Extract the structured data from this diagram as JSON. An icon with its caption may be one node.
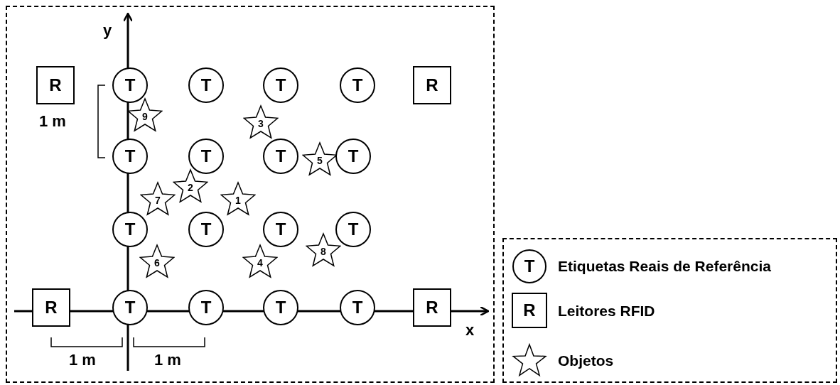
{
  "diagram": {
    "nodes": [
      {
        "text": [
          "R"
        ]
      },
      {
        "text": [
          "T"
        ]
      },
      {
        "text": [
          "T"
        ]
      },
      {
        "text": [
          "T"
        ]
      },
      {
        "text": [
          "T"
        ]
      },
      {
        "text": [
          "R"
        ]
      },
      {
        "text": [
          "9"
        ]
      },
      {
        "text": [
          "3"
        ]
      },
      {
        "text": [
          "T"
        ]
      },
      {
        "text": [
          "T"
        ]
      },
      {
        "text": [
          "T"
        ]
      },
      {
        "text": [
          "5"
        ]
      },
      {
        "text": [
          "T"
        ]
      },
      {
        "text": [
          "2"
        ]
      },
      {
        "text": [
          "7"
        ]
      },
      {
        "text": [
          "1"
        ]
      },
      {
        "text": [
          "T"
        ]
      },
      {
        "text": [
          "T"
        ]
      },
      {
        "text": [
          "T"
        ]
      },
      {
        "text": [
          "8"
        ]
      },
      {
        "text": [
          "T"
        ]
      },
      {
        "text": [
          "6"
        ]
      },
      {
        "text": [
          "4"
        ]
      },
      {
        "text": [
          "R"
        ]
      },
      {
        "text": [
          "T"
        ]
      },
      {
        "text": [
          "T"
        ]
      },
      {
        "text": [
          "T"
        ]
      },
      {
        "text": [
          "T"
        ]
      },
      {
        "text": [
          "R"
        ]
      }
    ],
    "edges": [],
    "labels": [
      "y",
      "1 m",
      "x",
      "1 m",
      "1 m",
      "T",
      "R"
    ],
    "legend": [
      {
        "text": "Etiquetas Reais de Referência"
      },
      {
        "text": "Leitores RFID"
      },
      {
        "text": "Objetos"
      }
    ]
  }
}
